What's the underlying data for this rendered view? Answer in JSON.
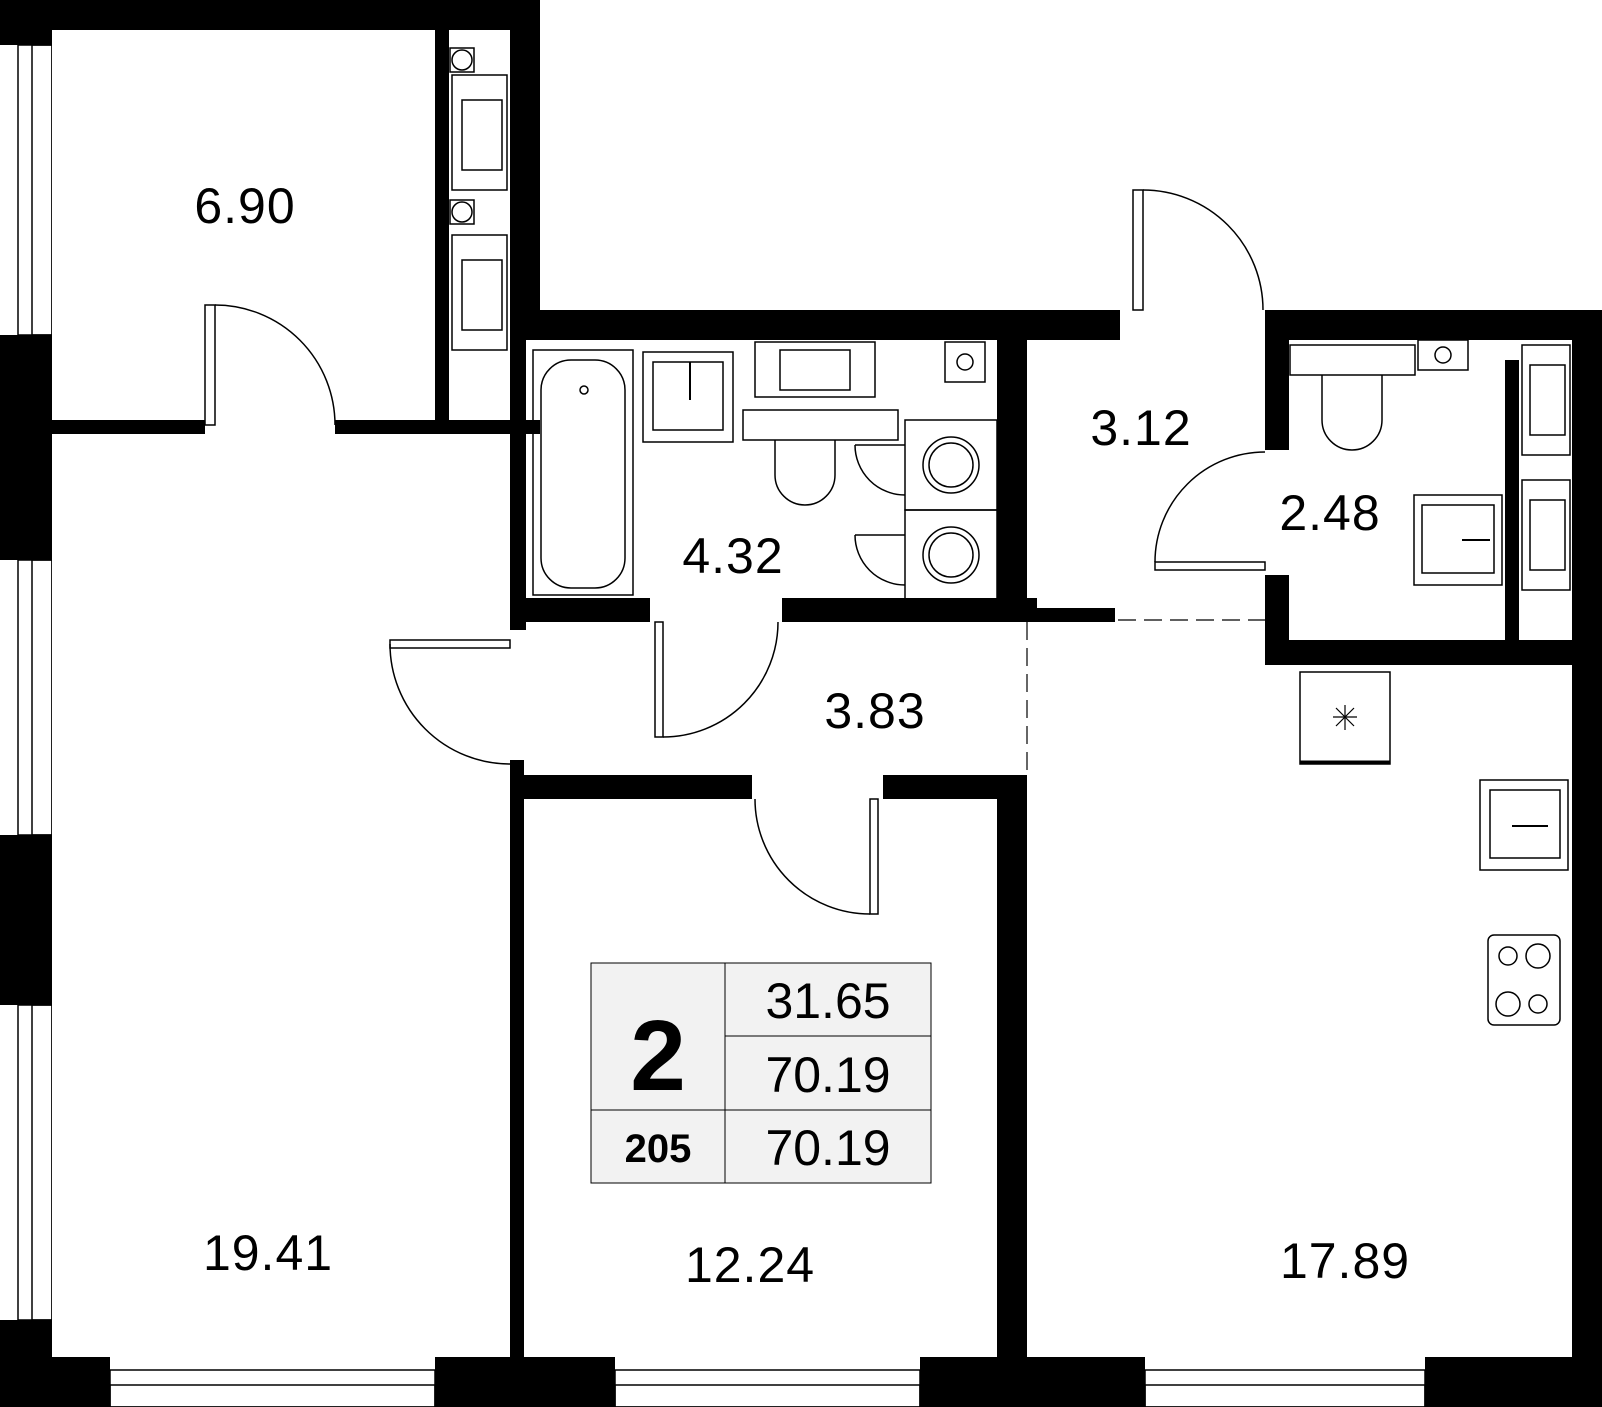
{
  "rooms": [
    {
      "id": "storage",
      "area": "6.90"
    },
    {
      "id": "bathroom",
      "area": "4.32"
    },
    {
      "id": "hall",
      "area": "3.12"
    },
    {
      "id": "wc",
      "area": "2.48"
    },
    {
      "id": "corridor",
      "area": "3.83"
    },
    {
      "id": "living-room",
      "area": "19.41"
    },
    {
      "id": "bedroom",
      "area": "12.24"
    },
    {
      "id": "kitchen",
      "area": "17.89"
    }
  ],
  "info": {
    "rooms_count": "2",
    "apartment_number": "205",
    "living_area": "31.65",
    "total_area": "70.19",
    "total_area_2": "70.19"
  },
  "colors": {
    "wall": "#000000",
    "background": "#ffffff",
    "table_fill": "#f2f2f2"
  }
}
